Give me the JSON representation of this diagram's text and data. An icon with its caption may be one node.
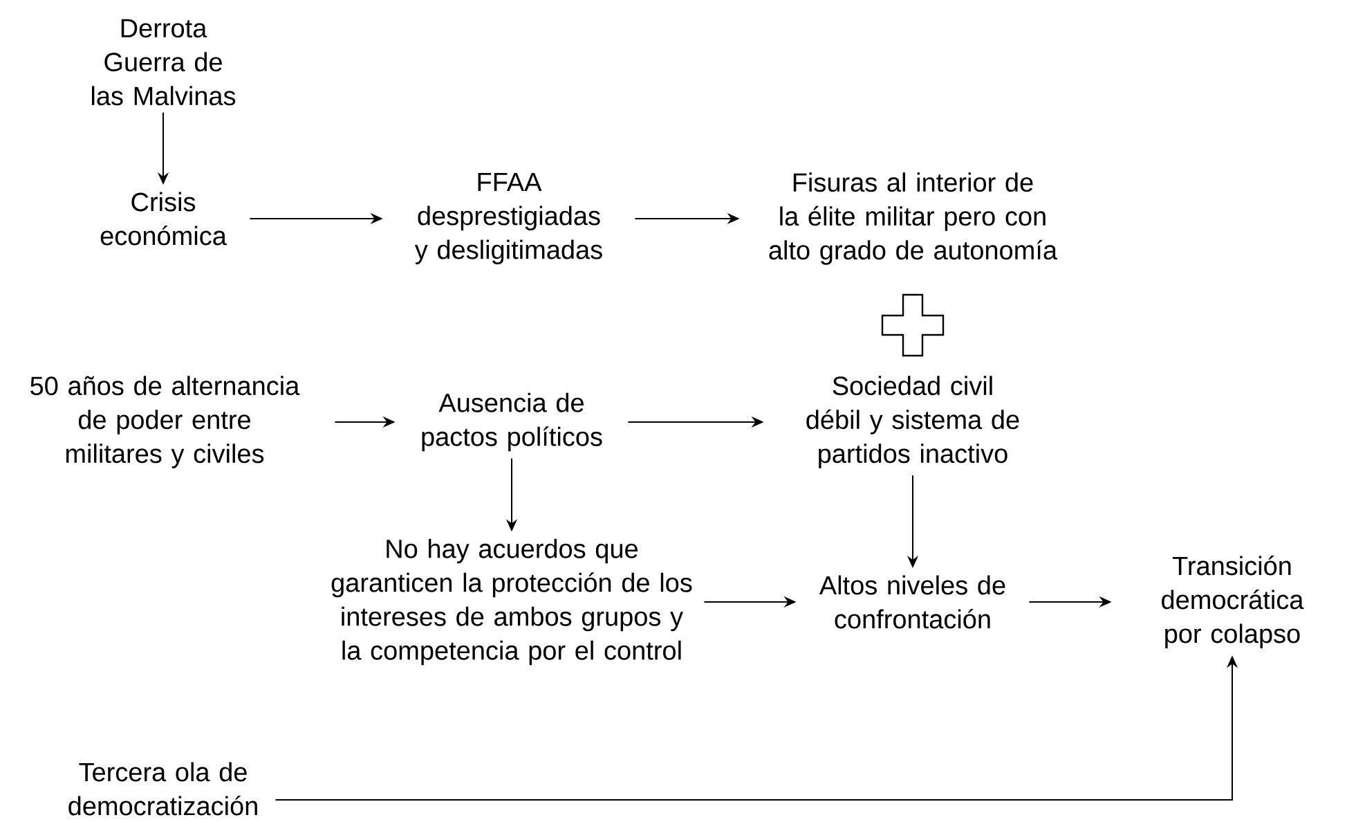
{
  "diagram": {
    "nodes": [
      {
        "text": [
          "Derrota Guerra de las Malvinas"
        ]
      },
      {
        "text": [
          "Crisis económica"
        ]
      },
      {
        "text": [
          "FFAA desprestigiadas y desligitimadas"
        ]
      },
      {
        "text": [
          "Fisuras al interior de la élite militar pero con alto grado de autonomía"
        ]
      },
      {
        "text": [
          "50 años de alternancia de poder entre militares y civiles"
        ]
      },
      {
        "text": [
          "Ausencia de pactos políticos"
        ]
      },
      {
        "text": [
          "Sociedad civil débil y sistema de partidos inactivo"
        ]
      },
      {
        "text": [
          "No hay acuerdos que garanticen la protección de los intereses de ambos grupos y la competencia por el control"
        ]
      },
      {
        "text": [
          "Altos niveles de confrontación"
        ]
      },
      {
        "text": [
          "Transición democrática por colapso"
        ]
      },
      {
        "text": [
          "Tercera ola de democratización"
        ]
      }
    ],
    "edges": [
      {
        "from": 0,
        "to": 1,
        "arrow": "to"
      },
      {
        "from": 1,
        "to": 2,
        "arrow": "to"
      },
      {
        "from": 2,
        "to": 3,
        "arrow": "to"
      },
      {
        "from": 4,
        "to": 5,
        "arrow": "to"
      },
      {
        "from": 5,
        "to": 6,
        "arrow": "to"
      },
      {
        "from": 5,
        "to": 7,
        "arrow": "to"
      },
      {
        "from": 6,
        "to": 8,
        "arrow": "to"
      },
      {
        "from": 7,
        "to": 8,
        "arrow": "to"
      },
      {
        "from": 8,
        "to": 9,
        "arrow": "to"
      },
      {
        "from": 10,
        "to": 9,
        "arrow": "to"
      }
    ]
  }
}
